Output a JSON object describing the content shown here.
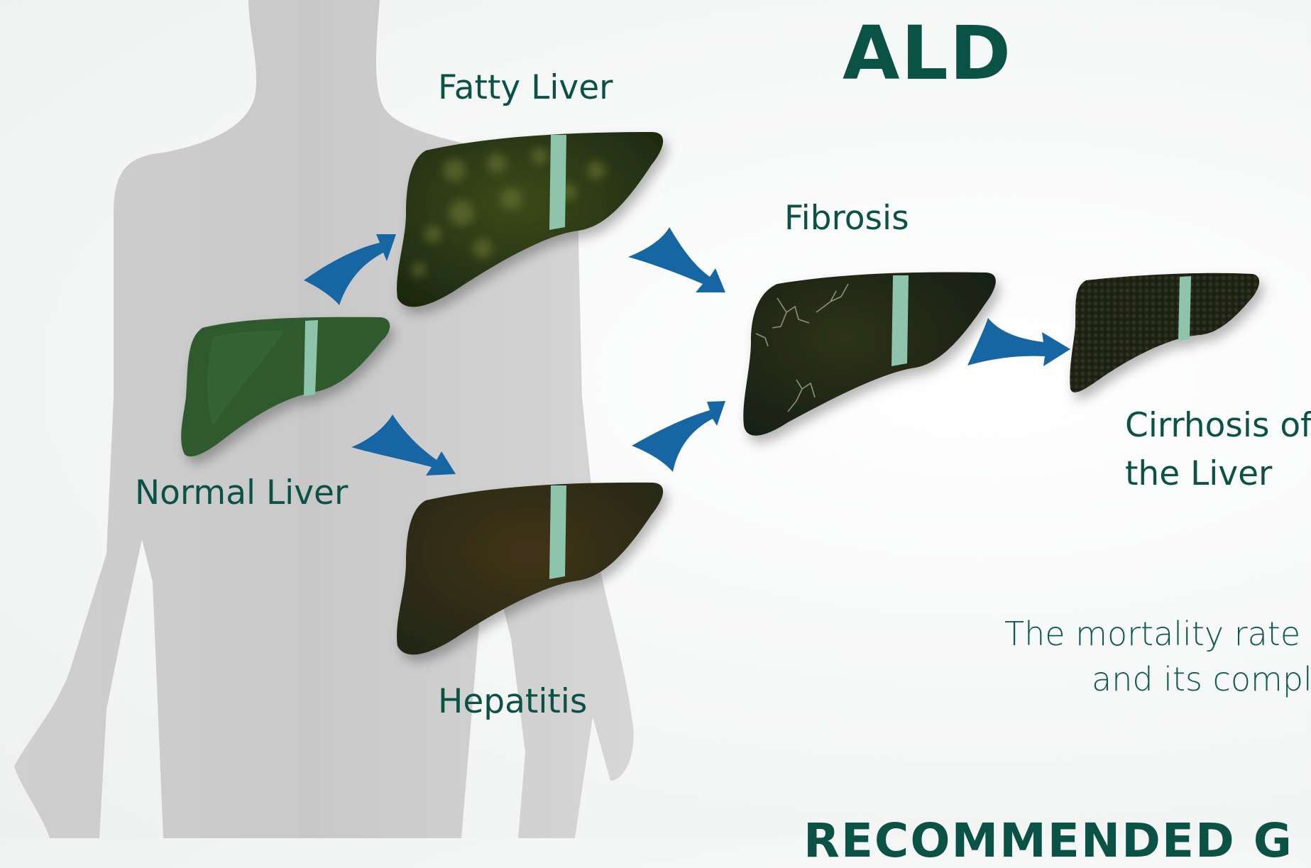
{
  "title": "ALD",
  "labels": {
    "normal_liver": "Normal Liver",
    "fatty_liver": "Fatty Liver",
    "hepatitis": "Hepatitis",
    "fibrosis": "Fibrosis",
    "cirrhosis_line1": "Cirrhosis of",
    "cirrhosis_line2": "the Liver"
  },
  "mortality_text": {
    "line1": "The mortality rate fr",
    "line2": "and its complic"
  },
  "section_heading": "RECOMMENDED G",
  "colors": {
    "text_teal": "#0b5246",
    "arrow_blue": "#1666a3",
    "silhouette_gray": "#d2d2d2",
    "normal_liver_green": "#2f5a2e",
    "band_green": "#8fc4ac"
  },
  "icons": [
    "human-silhouette-icon",
    "liver-icon",
    "curved-arrow-icon"
  ]
}
